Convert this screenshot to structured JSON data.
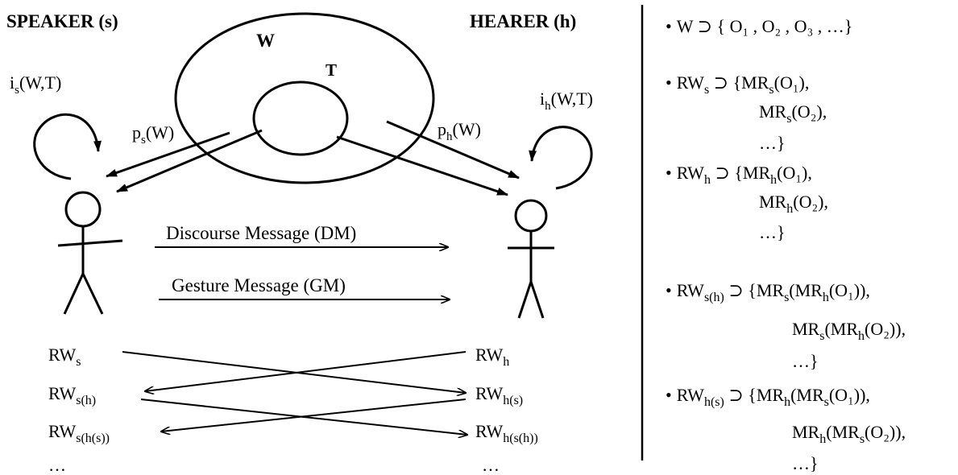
{
  "left": {
    "speaker_label": "SPEAKER (s)",
    "hearer_label": "HEARER (h)",
    "world_label": "W",
    "topic_label": "T",
    "speaker_intro": {
      "base": "i",
      "sub": "s",
      "rest": "(W,T)"
    },
    "hearer_intro": {
      "base": "i",
      "sub": "h",
      "rest": "(W,T)"
    },
    "speaker_perception": {
      "base": "p",
      "sub": "s",
      "rest": "(W)"
    },
    "hearer_perception": {
      "base": "p",
      "sub": "h",
      "rest": "(W)"
    },
    "discourse_message": "Discourse Message (DM)",
    "gesture_message": "Gesture Message (GM)",
    "speaker_rw": [
      {
        "base": "RW",
        "sub": "s"
      },
      {
        "base": "RW",
        "sub": "s(h)"
      },
      {
        "base": "RW",
        "sub": "s(h(s))"
      }
    ],
    "hearer_rw": [
      {
        "base": "RW",
        "sub": "h"
      },
      {
        "base": "RW",
        "sub": "h(s)"
      },
      {
        "base": "RW",
        "sub": "h(s(h))"
      }
    ],
    "ellipsis": "…"
  },
  "right": {
    "bullet": "•",
    "w_def": "W ⊃ { O₁ , O₂ , O₃ , …}",
    "rws_head": {
      "base": "RW",
      "sub": "s",
      "rest": " ⊃ {MR",
      "sub2": "s",
      "tail": "(O₁),"
    },
    "rws_line2": {
      "base": "MR",
      "sub": "s",
      "tail": "(O₂),"
    },
    "rws_line3": "…}",
    "rwh_head": {
      "base": "RW",
      "sub": "h",
      "rest": " ⊃ {MR",
      "sub2": "h",
      "tail": "(O₁),"
    },
    "rwh_line2": {
      "base": "MR",
      "sub": "h",
      "tail": "(O₂),"
    },
    "rwh_line3": "…}",
    "rwsh_head": {
      "base": "RW",
      "sub": "s(h)",
      "rest": " ⊃ {MR",
      "sub2": "s",
      "mid": "(MR",
      "sub3": "h",
      "tail": "(O₁)),"
    },
    "rwsh_line2": {
      "base": "MR",
      "sub": "s",
      "mid": "(MR",
      "sub2": "h",
      "tail": "(O₂)),"
    },
    "rwsh_line3": "…}",
    "rwhs_head": {
      "base": "RW",
      "sub": "h(s)",
      "rest": " ⊃ {MR",
      "sub2": "h",
      "mid": "(MR",
      "sub3": "s",
      "tail": "(O₁)),"
    },
    "rwhs_line2": {
      "base": "MR",
      "sub": "h",
      "mid": "(MR",
      "sub2": "s",
      "tail": "(O₂)),"
    },
    "rwhs_line3": "…}"
  }
}
